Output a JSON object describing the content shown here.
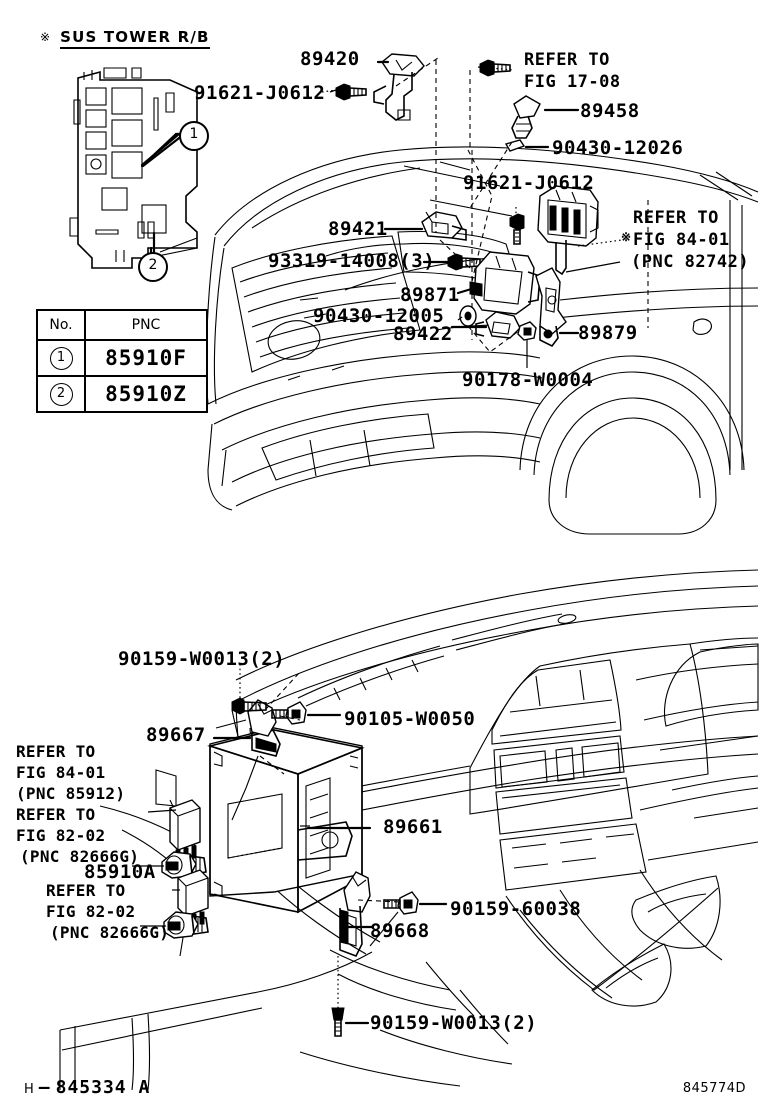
{
  "document": {
    "section_header": {
      "marker": "※",
      "title": "SUS TOWER R/B"
    },
    "footer": {
      "left_prefix": "H",
      "left_dash": "–",
      "left_number": "845334  A",
      "right_code": "845774D"
    }
  },
  "pnc_table": {
    "headers": {
      "no": "No.",
      "pnc": "PNC"
    },
    "rows": [
      {
        "no": "1",
        "pnc": "85910F"
      },
      {
        "no": "2",
        "pnc": "85910Z"
      }
    ]
  },
  "upper_diagram": {
    "name": "engine-compartment-front-end",
    "callouts": [
      {
        "id": "callout-1",
        "label": "1"
      },
      {
        "id": "callout-2",
        "label": "2"
      }
    ],
    "labels": [
      {
        "id": "label-89420",
        "text": "89420"
      },
      {
        "id": "label-91621-j0612-a",
        "text": "91621-J0612"
      },
      {
        "id": "label-refer-17-08",
        "line1": "REFER TO",
        "line2": "FIG 17-08"
      },
      {
        "id": "label-89458",
        "text": "89458"
      },
      {
        "id": "label-90430-12026",
        "text": "90430-12026"
      },
      {
        "id": "label-91621-j0612-b",
        "text": "91621-J0612"
      },
      {
        "id": "label-refer-84-01",
        "line1": "REFER TO",
        "line2": "FIG 84-01",
        "line3": "(PNC 82742)",
        "marker": "※"
      },
      {
        "id": "label-89421",
        "text": "89421"
      },
      {
        "id": "label-93319-14008",
        "text": "93319-14008(3)"
      },
      {
        "id": "label-89871",
        "text": "89871"
      },
      {
        "id": "label-90430-12005",
        "text": "90430-12005"
      },
      {
        "id": "label-89422",
        "text": "89422"
      },
      {
        "id": "label-89879",
        "text": "89879"
      },
      {
        "id": "label-90178-w0004",
        "text": "90178-W0004"
      }
    ]
  },
  "lower_diagram": {
    "name": "instrument-panel-ecu",
    "labels": [
      {
        "id": "label-90159-w0013-top",
        "text": "90159-W0013(2)"
      },
      {
        "id": "label-89667",
        "text": "89667"
      },
      {
        "id": "label-90105-w0050",
        "text": "90105-W0050"
      },
      {
        "id": "label-refer-84-01-b",
        "line1": "REFER TO",
        "line2": "FIG 84-01",
        "line3": "(PNC 85912)"
      },
      {
        "id": "label-refer-82-02-a",
        "line1": "REFER TO",
        "line2": "FIG 82-02",
        "line3": "(PNC 82666G)"
      },
      {
        "id": "label-85910a",
        "text": "85910A"
      },
      {
        "id": "label-refer-82-02-b",
        "line1": "REFER TO",
        "line2": "FIG 82-02",
        "line3": "(PNC 82666G)"
      },
      {
        "id": "label-89661",
        "text": "89661"
      },
      {
        "id": "label-90159-60038",
        "text": "90159-60038"
      },
      {
        "id": "label-89668",
        "text": "89668"
      },
      {
        "id": "label-90159-w0013-bot",
        "text": "90159-W0013(2)"
      }
    ]
  },
  "colors": {
    "background": "#ffffff",
    "ink": "#000000"
  }
}
